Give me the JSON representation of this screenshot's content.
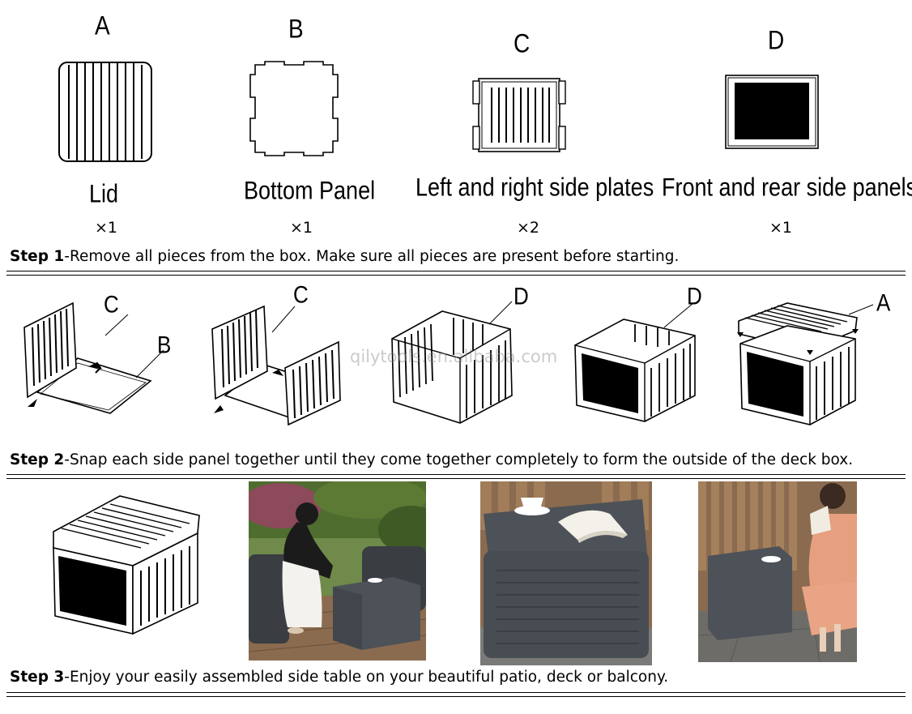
{
  "parts": [
    {
      "letter": "A",
      "name": "Lid",
      "qty": "×1"
    },
    {
      "letter": "B",
      "name": "Bottom Panel",
      "qty": "×1"
    },
    {
      "letter": "C",
      "name": "Left and right side plates",
      "qty": "×2"
    },
    {
      "letter": "D",
      "name": "Front and rear side panels",
      "qty": "×1"
    }
  ],
  "steps": [
    {
      "label": "Step 1",
      "text": "-Remove all pieces from the box. Make sure all pieces are present before starting."
    },
    {
      "label": "Step 2",
      "text": "-Snap each side panel together until they come together completely to form the outside of the deck box."
    },
    {
      "label": "Step 3",
      "text": "-Enjoy your easily assembled side table on your beautiful patio, deck or balcony."
    }
  ],
  "callouts": {
    "c1": "C",
    "b1": "B",
    "c2": "C",
    "d1": "D",
    "d2": "D",
    "a1": "A"
  },
  "watermark": "qilytools.en.alibaba.com",
  "colors": {
    "panel_black": "#000000",
    "box_grey": "#4d5158",
    "deck_wood": "#8a6b4f",
    "foliage": "#5f7d3c",
    "dress_orange": "#e6a07f"
  }
}
